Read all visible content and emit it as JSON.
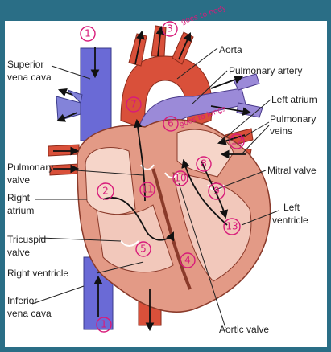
{
  "labels": {
    "superior_vena_cava": [
      "Superior",
      "vena cava"
    ],
    "aorta": "Aorta",
    "pulmonary_artery": "Pulmonary artery",
    "left_atrium": "Left atrium",
    "pulmonary_veins": [
      "Pulmonary",
      "veins"
    ],
    "pulmonary_valve": [
      "Pulmonary",
      "valve"
    ],
    "right_atrium": [
      "Right",
      "atrium"
    ],
    "mitral_valve": "Mitral valve",
    "left_ventricle": [
      "Left",
      "ventricle"
    ],
    "tricuspid_valve": [
      "Tricuspid",
      "valve"
    ],
    "right_ventricle": "Right ventricle",
    "inferior_vena_cava": [
      "Inferior",
      "vena cava"
    ],
    "aortic_valve": "Aortic valve"
  },
  "annotations": {
    "goes_to_body": "goes to body",
    "goes_to_lungs": "goes to lungs",
    "step_numbers": [
      "1",
      "1",
      "2",
      "3",
      "4",
      "5",
      "6",
      "7",
      "8",
      "9",
      "10",
      "11",
      "12",
      "13"
    ]
  },
  "colors": {
    "background": "#2a6e86",
    "deoxygenated": "#6a6ad6",
    "oxygenated": "#d9503a",
    "muscle": "#e39a86",
    "annotation_ink": "#d81b7a"
  }
}
